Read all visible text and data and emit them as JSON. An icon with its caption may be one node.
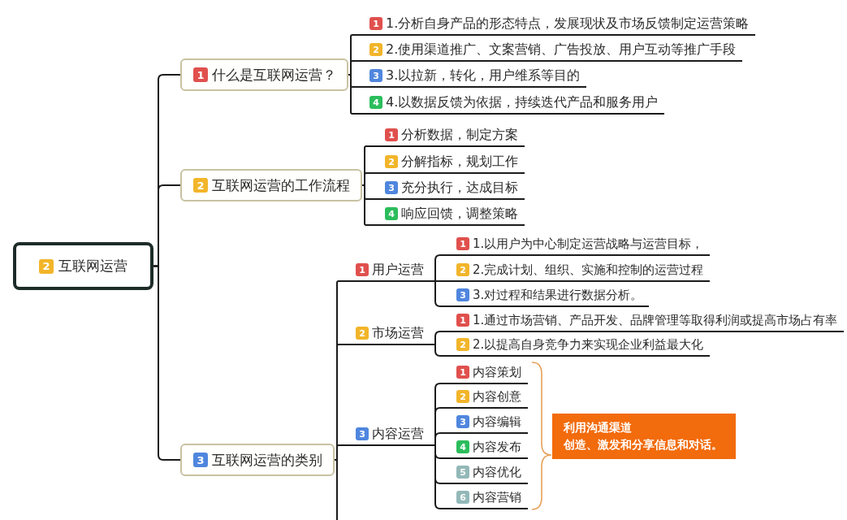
{
  "diagram": {
    "nodes": [
      {
        "text": [
          "2",
          "互联网运营"
        ]
      },
      {
        "text": [
          "1",
          "什么是互联网运营？"
        ]
      },
      {
        "text": [
          "1",
          "1.分析自身产品的形态特点，发展现状及市场反馈制定运营策略"
        ]
      },
      {
        "text": [
          "2",
          "2.使用渠道推广、文案营销、广告投放、用户互动等推广手段"
        ]
      },
      {
        "text": [
          "3",
          "3.以拉新，转化，用户维系等目的"
        ]
      },
      {
        "text": [
          "4",
          "4.以数据反馈为依据，持续迭代产品和服务用户"
        ]
      },
      {
        "text": [
          "2",
          "互联网运营的工作流程"
        ]
      },
      {
        "text": [
          "1",
          "分析数据，制定方案"
        ]
      },
      {
        "text": [
          "2",
          "分解指标，规划工作"
        ]
      },
      {
        "text": [
          "3",
          "充分执行，达成目标"
        ]
      },
      {
        "text": [
          "4",
          "响应回馈，调整策略"
        ]
      },
      {
        "text": [
          "3",
          "互联网运营的类别"
        ]
      },
      {
        "text": [
          "1",
          "用户运营"
        ]
      },
      {
        "text": [
          "1",
          "1.以用户为中心制定运营战略与运营目标，"
        ]
      },
      {
        "text": [
          "2",
          "2.完成计划、组织、实施和控制的运营过程"
        ]
      },
      {
        "text": [
          "3",
          "3.对过程和结果进行数据分析。"
        ]
      },
      {
        "text": [
          "2",
          "市场运营"
        ]
      },
      {
        "text": [
          "1",
          "1.通过市场营销、产品开发、品牌管理等取得利润或提高市场占有率"
        ]
      },
      {
        "text": [
          "2",
          "2.以提高自身竞争力来实现企业利益最大化"
        ]
      },
      {
        "text": [
          "3",
          "内容运营"
        ]
      },
      {
        "text": [
          "1",
          "内容策划"
        ]
      },
      {
        "text": [
          "2",
          "内容创意"
        ]
      },
      {
        "text": [
          "3",
          "内容编辑"
        ]
      },
      {
        "text": [
          "4",
          "内容发布"
        ]
      },
      {
        "text": [
          "5",
          "内容优化"
        ]
      },
      {
        "text": [
          "6",
          "内容营销"
        ]
      },
      {
        "text": [
          "利用沟通渠道",
          "创造、激发和分享信息和对话。"
        ]
      }
    ],
    "edges": [
      {
        "from": 0,
        "to": 1,
        "arrow": "none"
      },
      {
        "from": 0,
        "to": 6,
        "arrow": "none"
      },
      {
        "from": 0,
        "to": 11,
        "arrow": "none"
      },
      {
        "from": 1,
        "to": 2,
        "arrow": "none"
      },
      {
        "from": 1,
        "to": 3,
        "arrow": "none"
      },
      {
        "from": 1,
        "to": 4,
        "arrow": "none"
      },
      {
        "from": 1,
        "to": 5,
        "arrow": "none"
      },
      {
        "from": 6,
        "to": 7,
        "arrow": "none"
      },
      {
        "from": 6,
        "to": 8,
        "arrow": "none"
      },
      {
        "from": 6,
        "to": 9,
        "arrow": "none"
      },
      {
        "from": 6,
        "to": 10,
        "arrow": "none"
      },
      {
        "from": 11,
        "to": 12,
        "arrow": "none"
      },
      {
        "from": 11,
        "to": 16,
        "arrow": "none"
      },
      {
        "from": 11,
        "to": 19,
        "arrow": "none"
      },
      {
        "from": 11,
        "to": null,
        "arrow": "none"
      },
      {
        "from": 12,
        "to": 13,
        "arrow": "none"
      },
      {
        "from": 12,
        "to": 14,
        "arrow": "none"
      },
      {
        "from": 12,
        "to": 15,
        "arrow": "none"
      },
      {
        "from": 16,
        "to": 17,
        "arrow": "none"
      },
      {
        "from": 16,
        "to": 18,
        "arrow": "none"
      },
      {
        "from": 19,
        "to": 20,
        "arrow": "none"
      },
      {
        "from": 19,
        "to": 21,
        "arrow": "none"
      },
      {
        "from": 19,
        "to": 22,
        "arrow": "none"
      },
      {
        "from": 19,
        "to": 23,
        "arrow": "none"
      },
      {
        "from": 19,
        "to": 24,
        "arrow": "none"
      },
      {
        "from": 19,
        "to": 25,
        "arrow": "none"
      }
    ]
  }
}
